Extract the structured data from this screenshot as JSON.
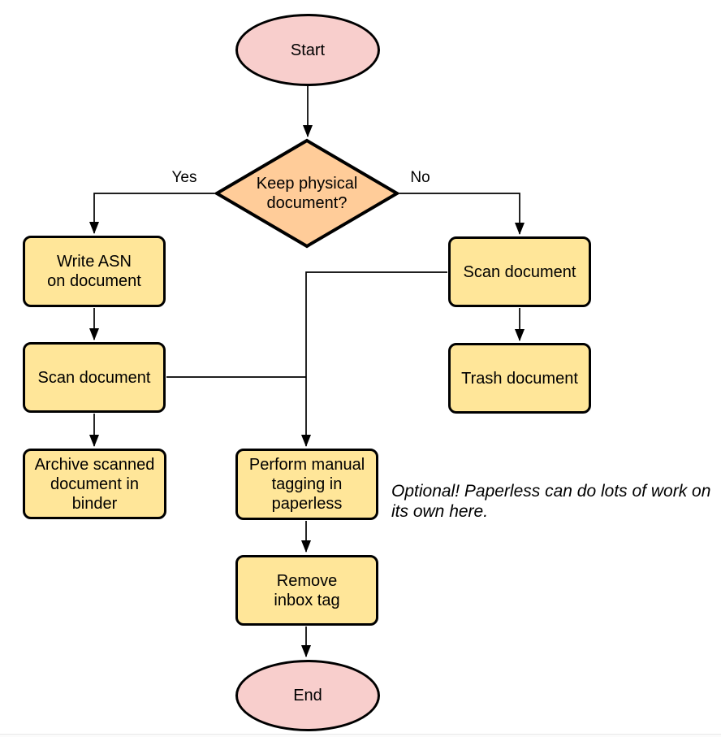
{
  "colors": {
    "background": "#FFFFFF",
    "pink": "#F8CECC",
    "yellow": "#FFE699",
    "orange": "#FFCC99",
    "stroke": "#000000"
  },
  "flowchart": {
    "nodes": {
      "start": {
        "label": "Start",
        "type": "terminator"
      },
      "decision": {
        "label": "Keep physical\ndocument?",
        "type": "decision"
      },
      "write_asn": {
        "label": "Write ASN\non document",
        "type": "process"
      },
      "scan_left": {
        "label": "Scan document",
        "type": "process"
      },
      "archive": {
        "label": "Archive scanned\ndocument in\nbinder",
        "type": "process"
      },
      "scan_right": {
        "label": "Scan document",
        "type": "process"
      },
      "trash": {
        "label": "Trash document",
        "type": "process"
      },
      "tagging": {
        "label": "Perform manual\ntagging in\npaperless",
        "type": "process"
      },
      "remove_tag": {
        "label": "Remove\ninbox tag",
        "type": "process"
      },
      "end": {
        "label": "End",
        "type": "terminator"
      }
    },
    "edge_labels": {
      "yes": "Yes",
      "no": "No"
    },
    "edges": [
      {
        "from": "start",
        "to": "decision"
      },
      {
        "from": "decision",
        "to": "write_asn",
        "label": "Yes"
      },
      {
        "from": "decision",
        "to": "scan_right",
        "label": "No"
      },
      {
        "from": "write_asn",
        "to": "scan_left"
      },
      {
        "from": "scan_left",
        "to": "archive"
      },
      {
        "from": "scan_left",
        "to": "tagging"
      },
      {
        "from": "scan_right",
        "to": "trash"
      },
      {
        "from": "scan_right",
        "to": "tagging"
      },
      {
        "from": "tagging",
        "to": "remove_tag"
      },
      {
        "from": "remove_tag",
        "to": "end"
      }
    ],
    "annotation": "Optional! Paperless can do lots of work on\nits own here."
  }
}
